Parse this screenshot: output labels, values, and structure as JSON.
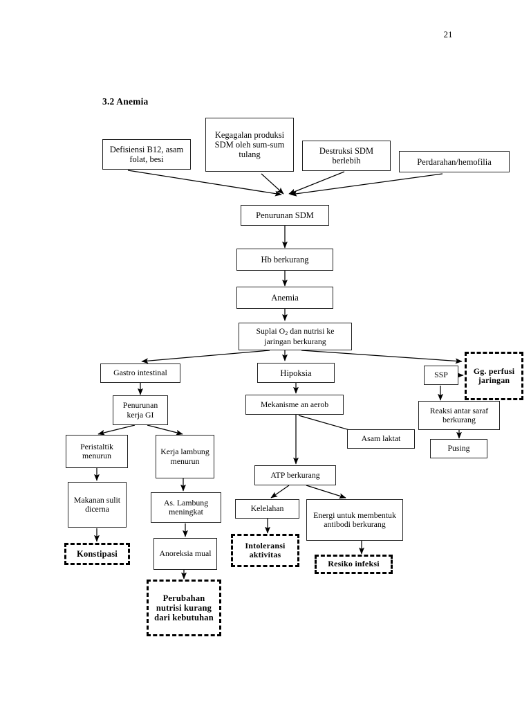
{
  "document": {
    "page_number": "21",
    "section_heading": "3.2 Anemia"
  },
  "diagram": {
    "type": "flowchart",
    "title": "Anemia pathophysiology pathway",
    "nodes": {
      "defisiensi": "Defisiensi B12, asam folat, besi",
      "kegagalan": "Kegagalan produksi SDM oleh sum-sum tulang",
      "destruksi": "Destruksi SDM berlebih",
      "perdarahan": "Perdarahan/hemofilia",
      "penurunan_sdm": "Penurunan SDM",
      "hb_berkurang": "Hb berkurang",
      "anemia": "Anemia",
      "suplai_line1": "Suplai O",
      "suplai_sub": "2",
      "suplai_line1b": " dan nutrisi ke",
      "suplai_line2": "jaringan berkurang",
      "gastro": "Gastro intestinal",
      "hipoksia": "Hipoksia",
      "ssp": "SSP",
      "gg_perfusi": "Gg. perfusi jaringan",
      "penurunan_gi": "Penurunan kerja GI",
      "mekanisme": "Mekanisme an aerob",
      "reaksi_saraf": "Reaksi antar saraf berkurang",
      "asam_laktat": "Asam laktat",
      "pusing": "Pusing",
      "peristaltik": "Peristaltik menurun",
      "kerja_lambung": "Kerja lambung menurun",
      "atp": "ATP berkurang",
      "makanan": "Makanan sulit dicerna",
      "as_lambung": "As. Lambung meningkat",
      "kelelahan": "Kelelahan",
      "energi_antibodi": "Energi untuk membentuk antibodi berkurang",
      "konstipasi": "Konstipasi",
      "anoreksia": "Anoreksia mual",
      "intoleransi": "Intoleransi aktivitas",
      "resiko_infeksi": "Resiko infeksi",
      "perubahan_nutrisi": "Perubahan nutrisi kurang dari kebutuhan"
    }
  }
}
